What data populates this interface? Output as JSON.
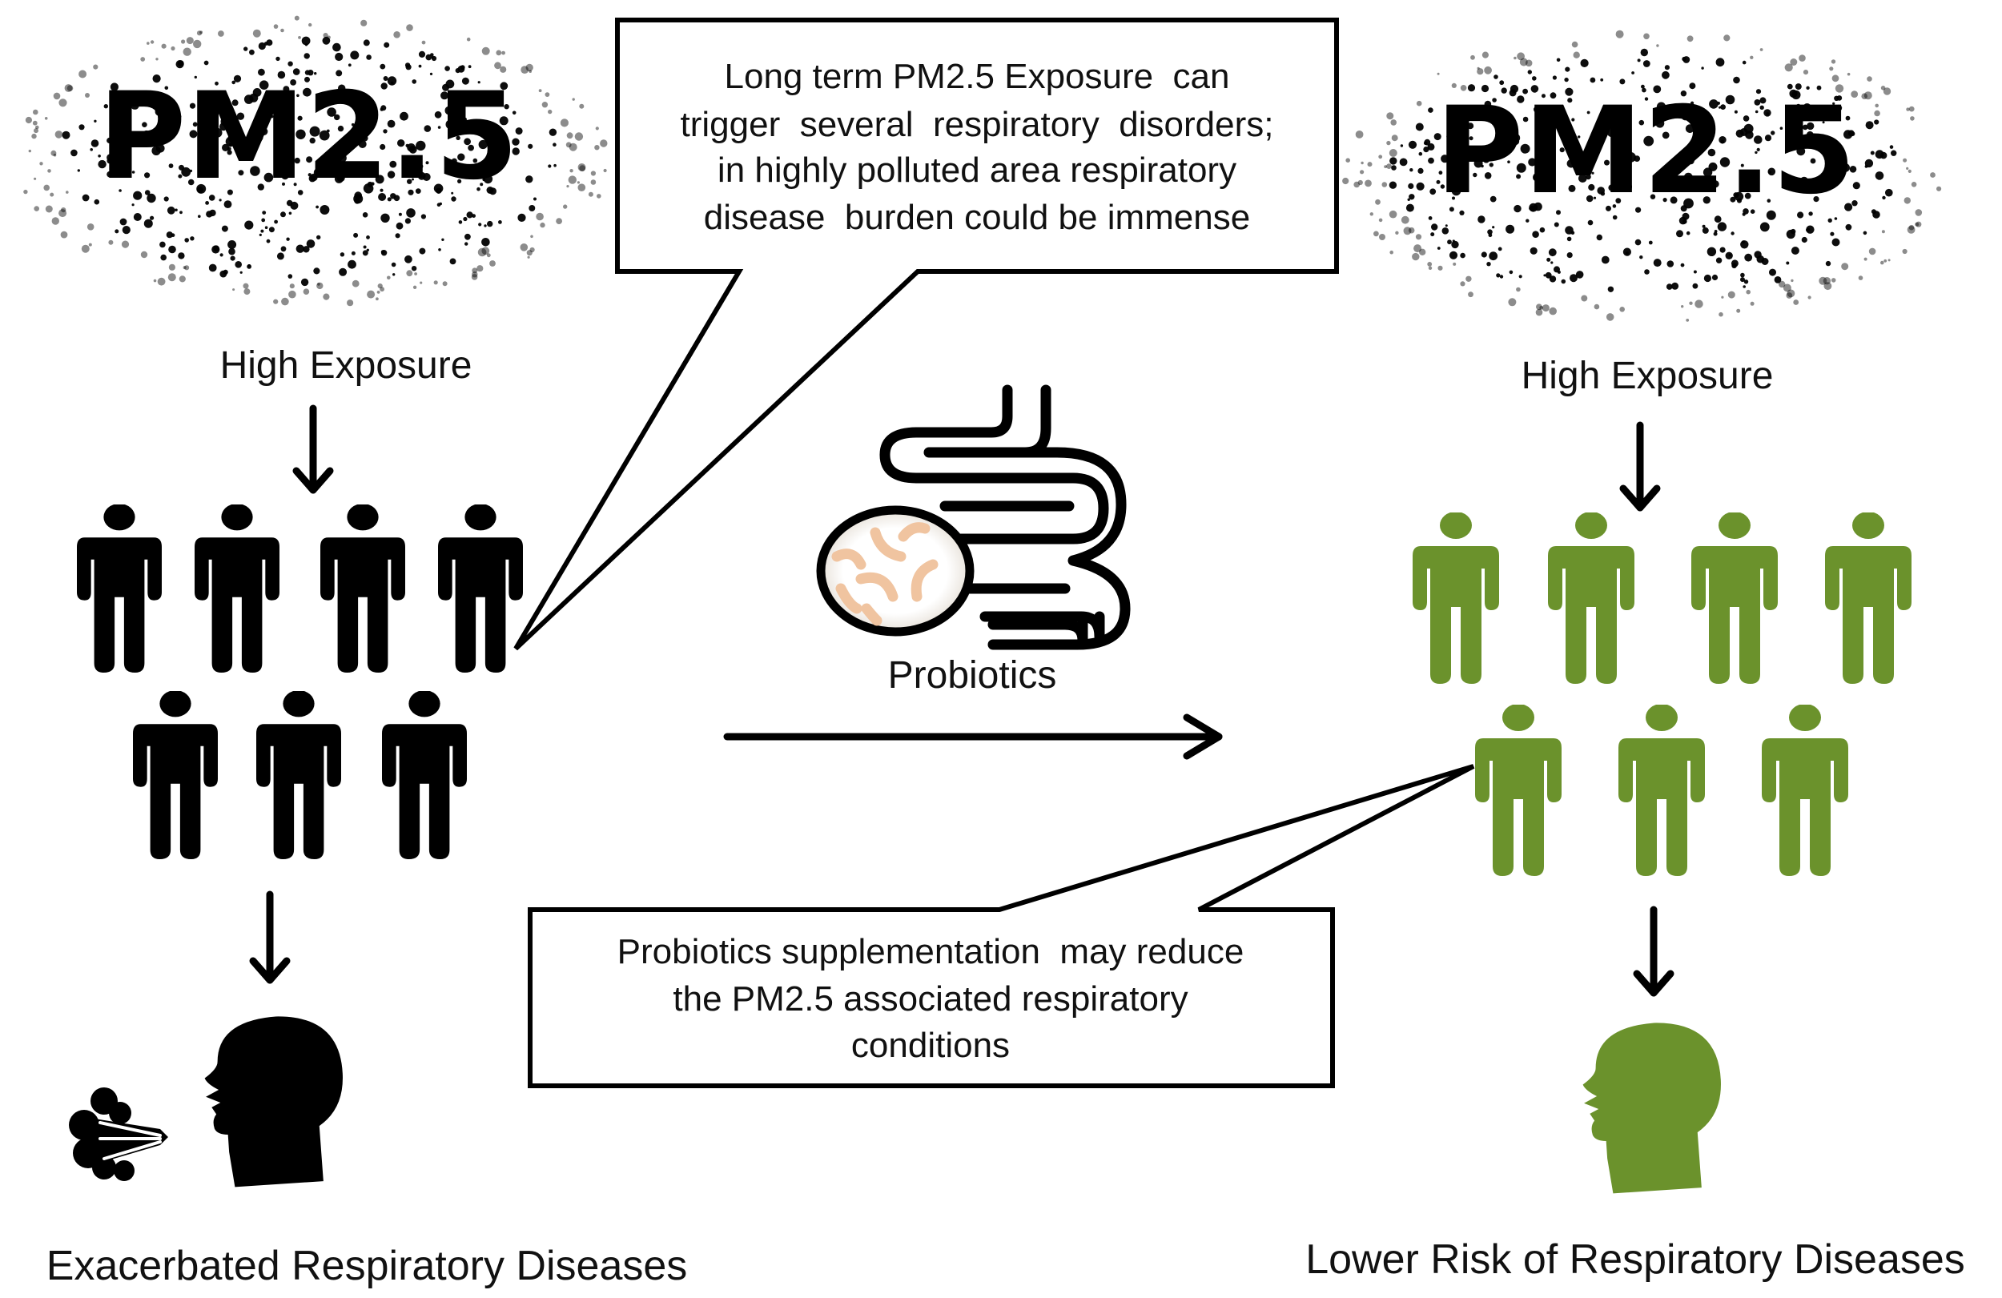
{
  "title": "PM2.5 exposure and probiotics effect on respiratory disease",
  "colors": {
    "exposed_group": "#000000",
    "protected_group": "#6b922c",
    "bacteria": "#f0c4a0",
    "outline": "#000000"
  },
  "left_panel": {
    "pollutant_label": "PM2.5",
    "exposure_label": "High Exposure",
    "people_count": 7,
    "outcome_label": "Exacerbated Respiratory Diseases",
    "outcome_icon": "coughing-head-icon"
  },
  "right_panel": {
    "pollutant_label": "PM2.5",
    "exposure_label": "High Exposure",
    "people_count": 7,
    "outcome_label": "Lower Risk of Respiratory Diseases",
    "outcome_icon": "healthy-head-icon"
  },
  "center": {
    "intervention_label": "Probiotics",
    "intervention_icon": "intestine-with-bacteria-icon"
  },
  "callouts": {
    "top": {
      "lines": [
        "Long term PM2.5 Exposure  can",
        "trigger  several  respiratory  disorders;",
        "in highly polluted area respiratory",
        "disease  burden could be immense"
      ]
    },
    "bottom": {
      "lines": [
        "Probiotics supplementation  may reduce",
        "the PM2.5 associated respiratory",
        "conditions"
      ]
    }
  }
}
